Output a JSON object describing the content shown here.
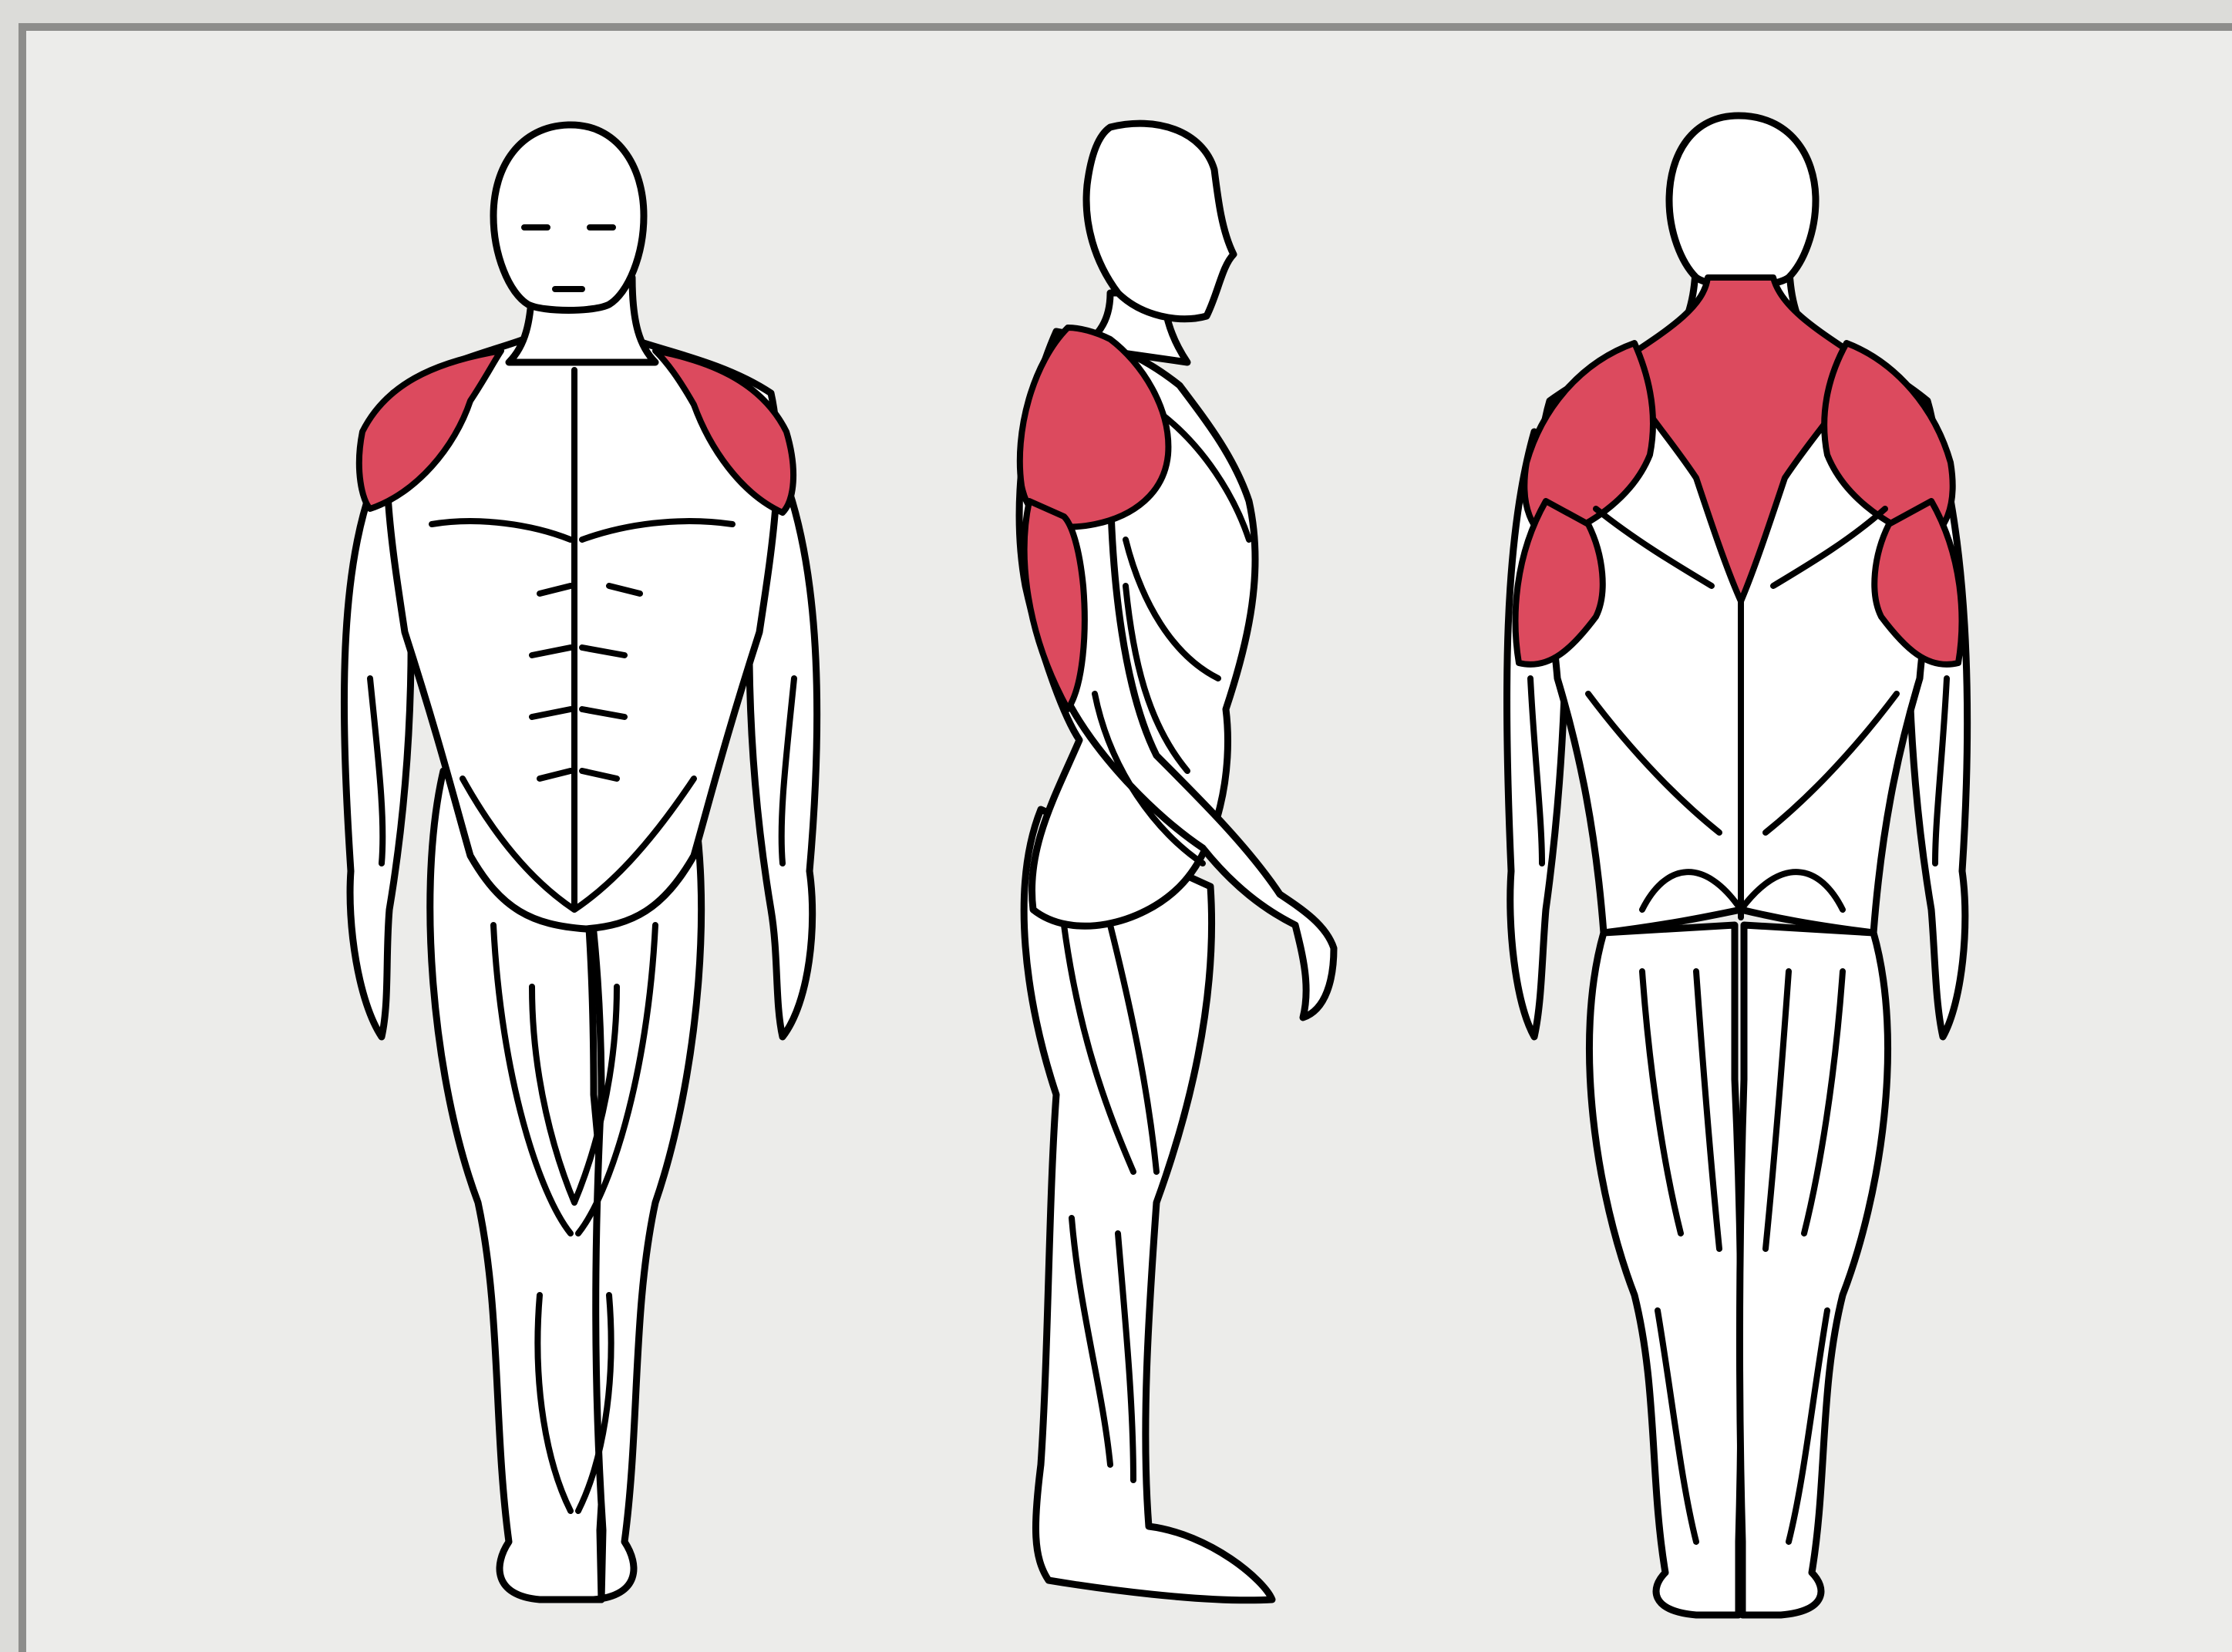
{
  "diagram": {
    "views": [
      {
        "view": "front",
        "highlighted": [
          "deltoids"
        ]
      },
      {
        "view": "side",
        "highlighted": [
          "deltoid",
          "triceps"
        ]
      },
      {
        "view": "back",
        "highlighted": [
          "trapezius",
          "deltoids",
          "triceps"
        ]
      }
    ],
    "colors": {
      "highlight": "#dc4a5e",
      "outline": "#000000",
      "background": "#ececea",
      "frame": "#8d8d8b"
    }
  }
}
